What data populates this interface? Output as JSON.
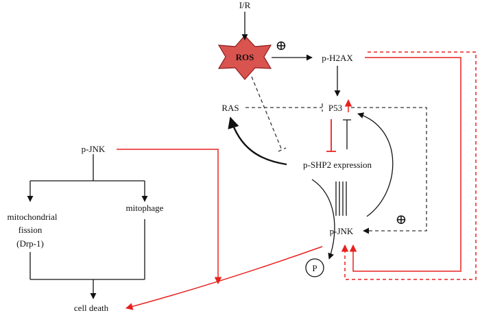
{
  "nodes": {
    "ir": "I/R",
    "ros": "ROS",
    "ph2ax": "p-H2AX",
    "ras": "RAS",
    "p53": "P53",
    "pshp2": "p-SHP2 expression",
    "pjnk_left": "p-JNK",
    "mito_fission_line1": "mitochondrial",
    "mito_fission_line2": "fission",
    "mito_fission_line3": "(Drp-1)",
    "mitophage": "mitophage",
    "pjnk_center": "p-JNK",
    "phospho": "P",
    "cell_death": "cell death"
  },
  "symbols": {
    "plus_top": "⊕",
    "plus_right": "⊕"
  },
  "colors": {
    "ros_fill": "#d9534f",
    "ros_stroke": "#8b1a1a",
    "red": "#e8201e",
    "black": "#111111",
    "dash_gray": "#333333"
  }
}
